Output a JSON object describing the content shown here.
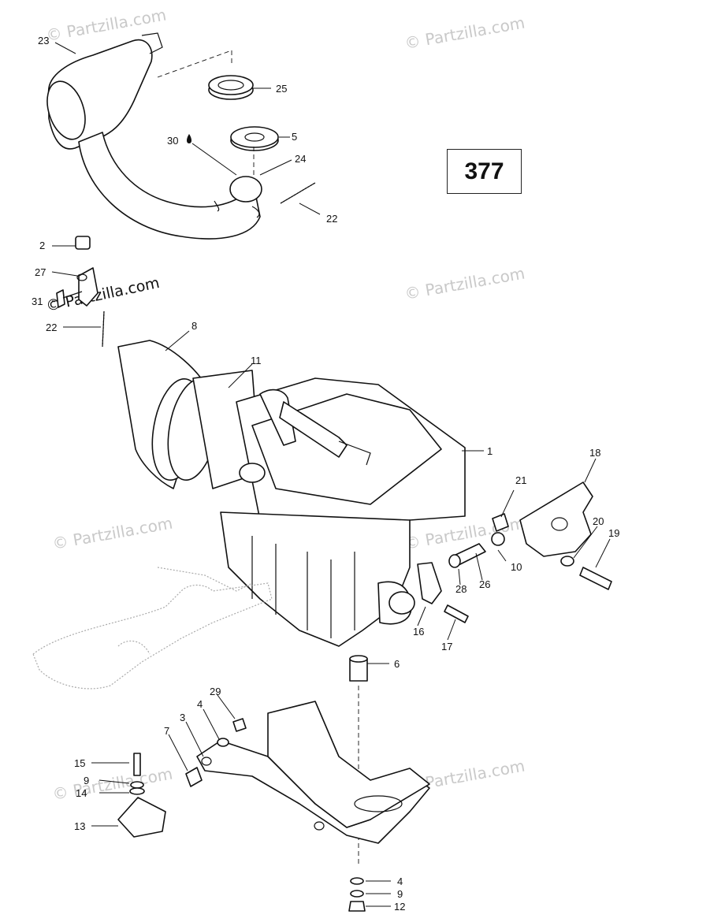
{
  "diagram_id": "377",
  "watermark_text": "© Partzilla.com",
  "callouts": [
    {
      "id": "c23a",
      "label": "23"
    },
    {
      "id": "c25",
      "label": "25"
    },
    {
      "id": "c30",
      "label": "30"
    },
    {
      "id": "c5",
      "label": "5"
    },
    {
      "id": "c24",
      "label": "24"
    },
    {
      "id": "c22a",
      "label": "22"
    },
    {
      "id": "c2",
      "label": "2"
    },
    {
      "id": "c27",
      "label": "27"
    },
    {
      "id": "c31",
      "label": "31"
    },
    {
      "id": "c22b",
      "label": "22"
    },
    {
      "id": "c8",
      "label": "8"
    },
    {
      "id": "c11",
      "label": "11"
    },
    {
      "id": "c1",
      "label": "1"
    },
    {
      "id": "c18",
      "label": "18"
    },
    {
      "id": "c21",
      "label": "21"
    },
    {
      "id": "c20",
      "label": "20"
    },
    {
      "id": "c19",
      "label": "19"
    },
    {
      "id": "c10",
      "label": "10"
    },
    {
      "id": "c28",
      "label": "28"
    },
    {
      "id": "c26",
      "label": "26"
    },
    {
      "id": "c16",
      "label": "16"
    },
    {
      "id": "c17",
      "label": "17"
    },
    {
      "id": "c6",
      "label": "6"
    },
    {
      "id": "c29",
      "label": "29"
    },
    {
      "id": "c4a",
      "label": "4"
    },
    {
      "id": "c3",
      "label": "3"
    },
    {
      "id": "c7",
      "label": "7"
    },
    {
      "id": "c15",
      "label": "15"
    },
    {
      "id": "c9a",
      "label": "9"
    },
    {
      "id": "c14",
      "label": "14"
    },
    {
      "id": "c13",
      "label": "13"
    },
    {
      "id": "c4b",
      "label": "4"
    },
    {
      "id": "c9b",
      "label": "9"
    },
    {
      "id": "c12",
      "label": "12"
    }
  ]
}
